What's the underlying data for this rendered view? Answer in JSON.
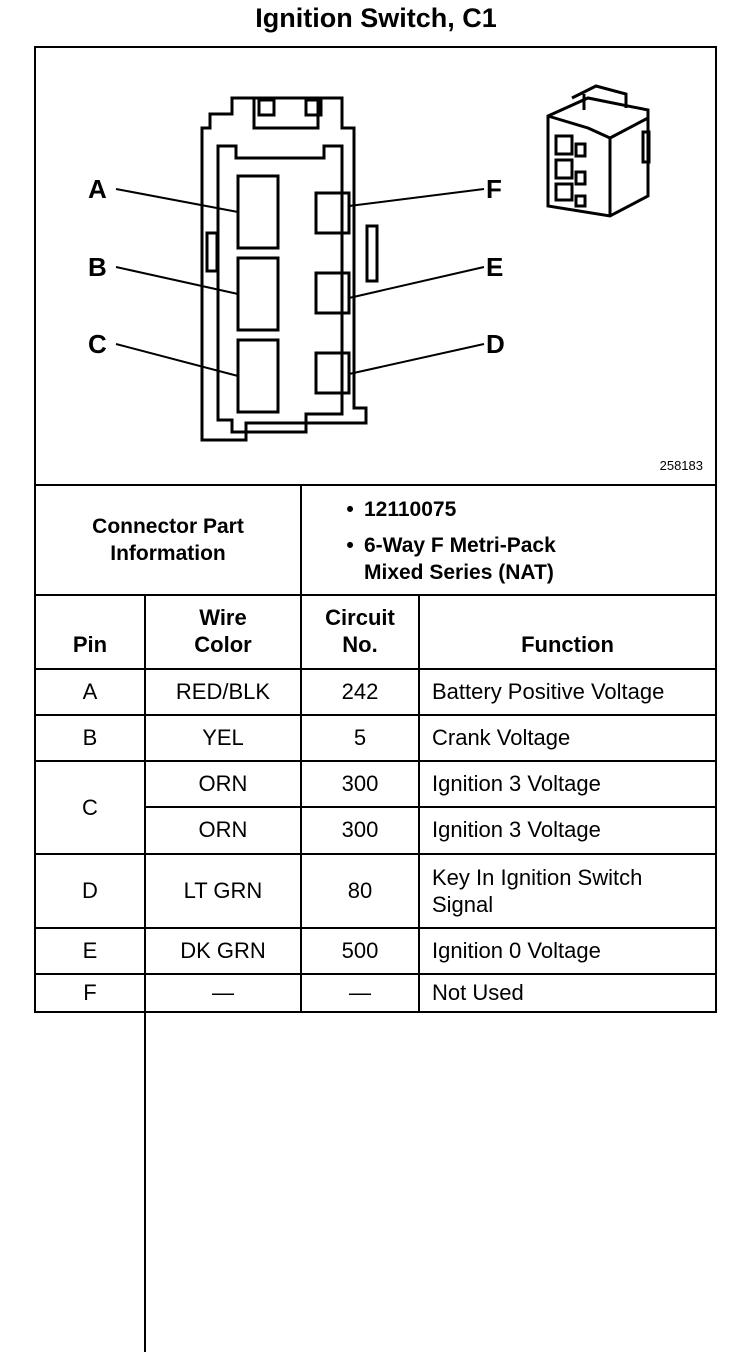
{
  "title": "Ignition Switch, C1",
  "diagram": {
    "pin_labels": [
      "A",
      "B",
      "C",
      "F",
      "E",
      "D"
    ],
    "figure_id": "258183"
  },
  "connector_info": {
    "label_line1": "Connector Part",
    "label_line2": "Information",
    "items": [
      "12110075",
      "6-Way F Metri-Pack",
      "Mixed Series (NAT)"
    ]
  },
  "table": {
    "headers": {
      "pin": "Pin",
      "wire_line1": "Wire",
      "wire_line2": "Color",
      "circuit_line1": "Circuit",
      "circuit_line2": "No.",
      "function": "Function"
    },
    "rows": [
      {
        "pin": "A",
        "wire": "RED/BLK",
        "circuit": "242",
        "function": "Battery Positive Voltage"
      },
      {
        "pin": "B",
        "wire": "YEL",
        "circuit": "5",
        "function": "Crank Voltage"
      },
      {
        "pin": "C",
        "wire": "ORN",
        "circuit": "300",
        "function": "Ignition 3 Voltage"
      },
      {
        "pin": "",
        "wire": "ORN",
        "circuit": "300",
        "function": "Ignition 3 Voltage"
      },
      {
        "pin": "D",
        "wire": "LT GRN",
        "circuit": "80",
        "function": "Key In Ignition Switch",
        "function_line2": "Signal"
      },
      {
        "pin": "E",
        "wire": "DK GRN",
        "circuit": "500",
        "function": "Ignition 0 Voltage"
      },
      {
        "pin": "F",
        "wire": "—",
        "circuit": "—",
        "function": "Not Used"
      }
    ]
  }
}
